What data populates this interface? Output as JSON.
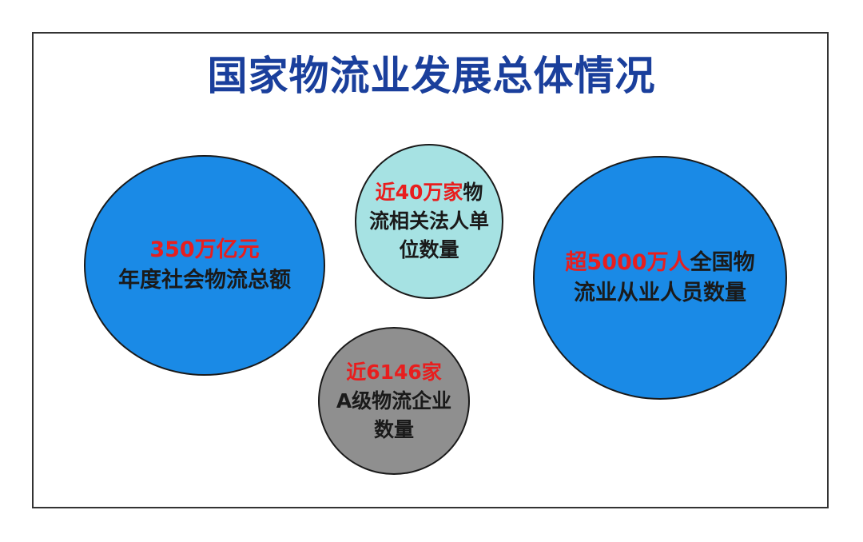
{
  "title": "国家物流业发展总体情况",
  "colors": {
    "title": "#1a3f9c",
    "highlight": "#e81e1e",
    "blue_circle": "#1a8ae6",
    "teal_circle": "#a6e2e3",
    "gray_circle": "#8f8f8f"
  },
  "bubbles": {
    "total_value": {
      "highlight": "350万亿元",
      "line1": "年度社会物流总额"
    },
    "legal_entities": {
      "highlight": "近40万家",
      "rest_line1": "物",
      "line2": "流相关法人单",
      "line3": "位数量"
    },
    "employees": {
      "highlight": "超5000万人",
      "rest_line1": "全国物",
      "line2": "流业从业人员数量"
    },
    "a_grade": {
      "highlight": "近6146家",
      "line2": "A级物流企业",
      "line3": "数量"
    }
  }
}
